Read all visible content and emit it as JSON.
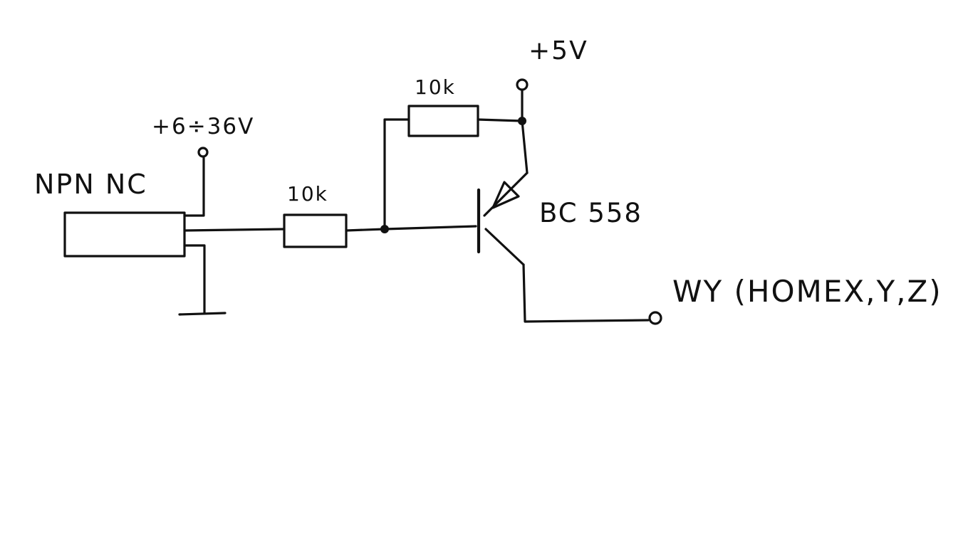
{
  "labels": {
    "sensor": "NPN NC",
    "sensor_supply": "+6÷36V",
    "resistor_in": "10k",
    "resistor_pullup": "10k",
    "supply": "+5V",
    "transistor": "BC 558",
    "output": "WY (HOMEX,Y,Z)"
  },
  "colors": {
    "ink": "#111111",
    "paper": "#ffffff"
  }
}
